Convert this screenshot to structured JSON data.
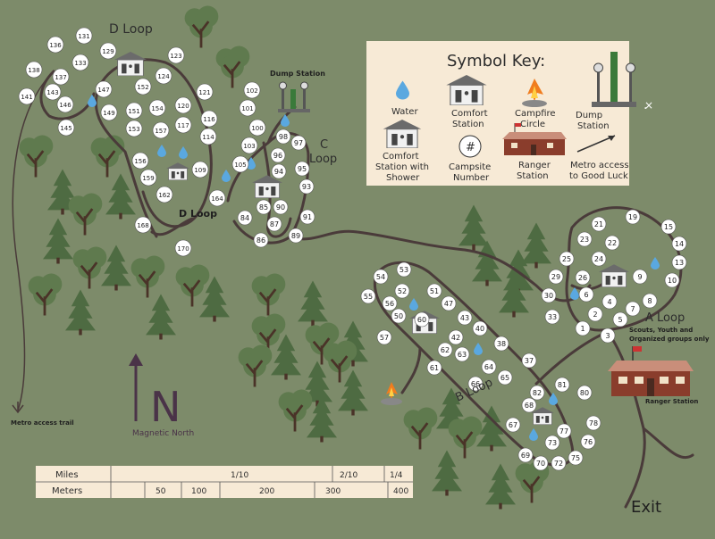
{
  "loop_labels": {
    "d_loop_top": "D  Loop",
    "d_loop_mid": "D Loop",
    "c_loop_line1": "C",
    "c_loop_line2": "Loop",
    "b_loop": "B Loop",
    "a_loop": "A  Loop",
    "a_loop_note": "Scouts, Youth and Organized groups only"
  },
  "place_labels": {
    "dump_station": "Dump Station",
    "ranger_station": "Ranger Station",
    "metro_trail": "Metro access trail",
    "exit": "Exit",
    "compass_letter": "N",
    "compass_caption": "Magnetic North"
  },
  "key": {
    "title": "Symbol Key:",
    "items": [
      {
        "label1": "Water",
        "label2": ""
      },
      {
        "label1": "Comfort",
        "label2": "Station"
      },
      {
        "label1": "Campfire",
        "label2": "Circle"
      },
      {
        "label1": "Dump",
        "label2": "Station"
      },
      {
        "label1": "Comfort",
        "label2": "Station with",
        "label3": "Shower"
      },
      {
        "label1": "Campsite",
        "label2": "Number",
        "symbol": "#"
      },
      {
        "label1": "Ranger",
        "label2": "Station"
      },
      {
        "label1": "Metro access",
        "label2": "to Good Luck"
      }
    ]
  },
  "scale": {
    "miles_label": "Miles",
    "meters_label": "Meters",
    "miles_ticks": [
      "1/10",
      "2/10",
      "1/4"
    ],
    "meters_ticks": [
      "50",
      "100",
      "200",
      "300",
      "400"
    ]
  },
  "campsites": [
    "1",
    "2",
    "3",
    "4",
    "5",
    "6",
    "7",
    "8",
    "9",
    "10",
    "13",
    "14",
    "15",
    "19",
    "21",
    "22",
    "23",
    "24",
    "25",
    "26",
    "29",
    "30",
    "33",
    "37",
    "38",
    "40",
    "42",
    "43",
    "47",
    "50",
    "51",
    "52",
    "53",
    "54",
    "55",
    "56",
    "57",
    "60",
    "61",
    "62",
    "63",
    "64",
    "65",
    "66",
    "67",
    "68",
    "69",
    "70",
    "72",
    "73",
    "75",
    "76",
    "77",
    "78",
    "80",
    "81",
    "82",
    "84",
    "85",
    "86",
    "87",
    "89",
    "90",
    "91",
    "93",
    "94",
    "95",
    "96",
    "97",
    "98",
    "100",
    "101",
    "102",
    "103",
    "105",
    "109",
    "114",
    "116",
    "117",
    "120",
    "121",
    "123",
    "124",
    "129",
    "131",
    "133",
    "136",
    "137",
    "138",
    "141",
    "143",
    "145",
    "146",
    "147",
    "149",
    "151",
    "152",
    "153",
    "154",
    "156",
    "157",
    "159",
    "162",
    "164",
    "168",
    "170"
  ],
  "colors": {
    "background": "#7d8b6a",
    "road": "#4a3b3a",
    "campsite_fill": "#ffffff",
    "key_bg": "#f7ead6",
    "water": "#5aa8e0",
    "tree": "#4e6b42",
    "trunk": "#4a3328",
    "ranger_roof": "#c98e7a",
    "ranger_wall": "#8a3d2c"
  }
}
